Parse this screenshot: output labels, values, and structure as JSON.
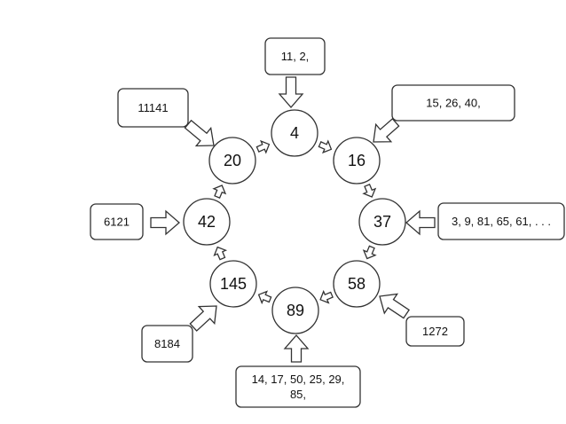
{
  "cycle_nodes": [
    {
      "id": "n4",
      "label": "4"
    },
    {
      "id": "n16",
      "label": "16"
    },
    {
      "id": "n37",
      "label": "37"
    },
    {
      "id": "n58",
      "label": "58"
    },
    {
      "id": "n89",
      "label": "89"
    },
    {
      "id": "n145",
      "label": "145"
    },
    {
      "id": "n42",
      "label": "42"
    },
    {
      "id": "n20",
      "label": "20"
    }
  ],
  "feeder_boxes": [
    {
      "id": "b4",
      "target": "n4",
      "lines": [
        "11, 2,"
      ]
    },
    {
      "id": "b16",
      "target": "n16",
      "lines": [
        "15, 26, 40,"
      ]
    },
    {
      "id": "b37",
      "target": "n37",
      "lines": [
        "3, 9, 81, 65, 61, . . ."
      ]
    },
    {
      "id": "b58",
      "target": "n58",
      "lines": [
        "1272"
      ]
    },
    {
      "id": "b89",
      "target": "n89",
      "lines": [
        "14, 17, 50, 25, 29,",
        "85,"
      ]
    },
    {
      "id": "b145",
      "target": "n145",
      "lines": [
        "8184"
      ]
    },
    {
      "id": "b42",
      "target": "n42",
      "lines": [
        "6121"
      ]
    },
    {
      "id": "b20",
      "target": "n20",
      "lines": [
        "11141"
      ]
    }
  ],
  "colors": {
    "stroke": "#333333",
    "fill": "#ffffff",
    "text": "#111111"
  }
}
